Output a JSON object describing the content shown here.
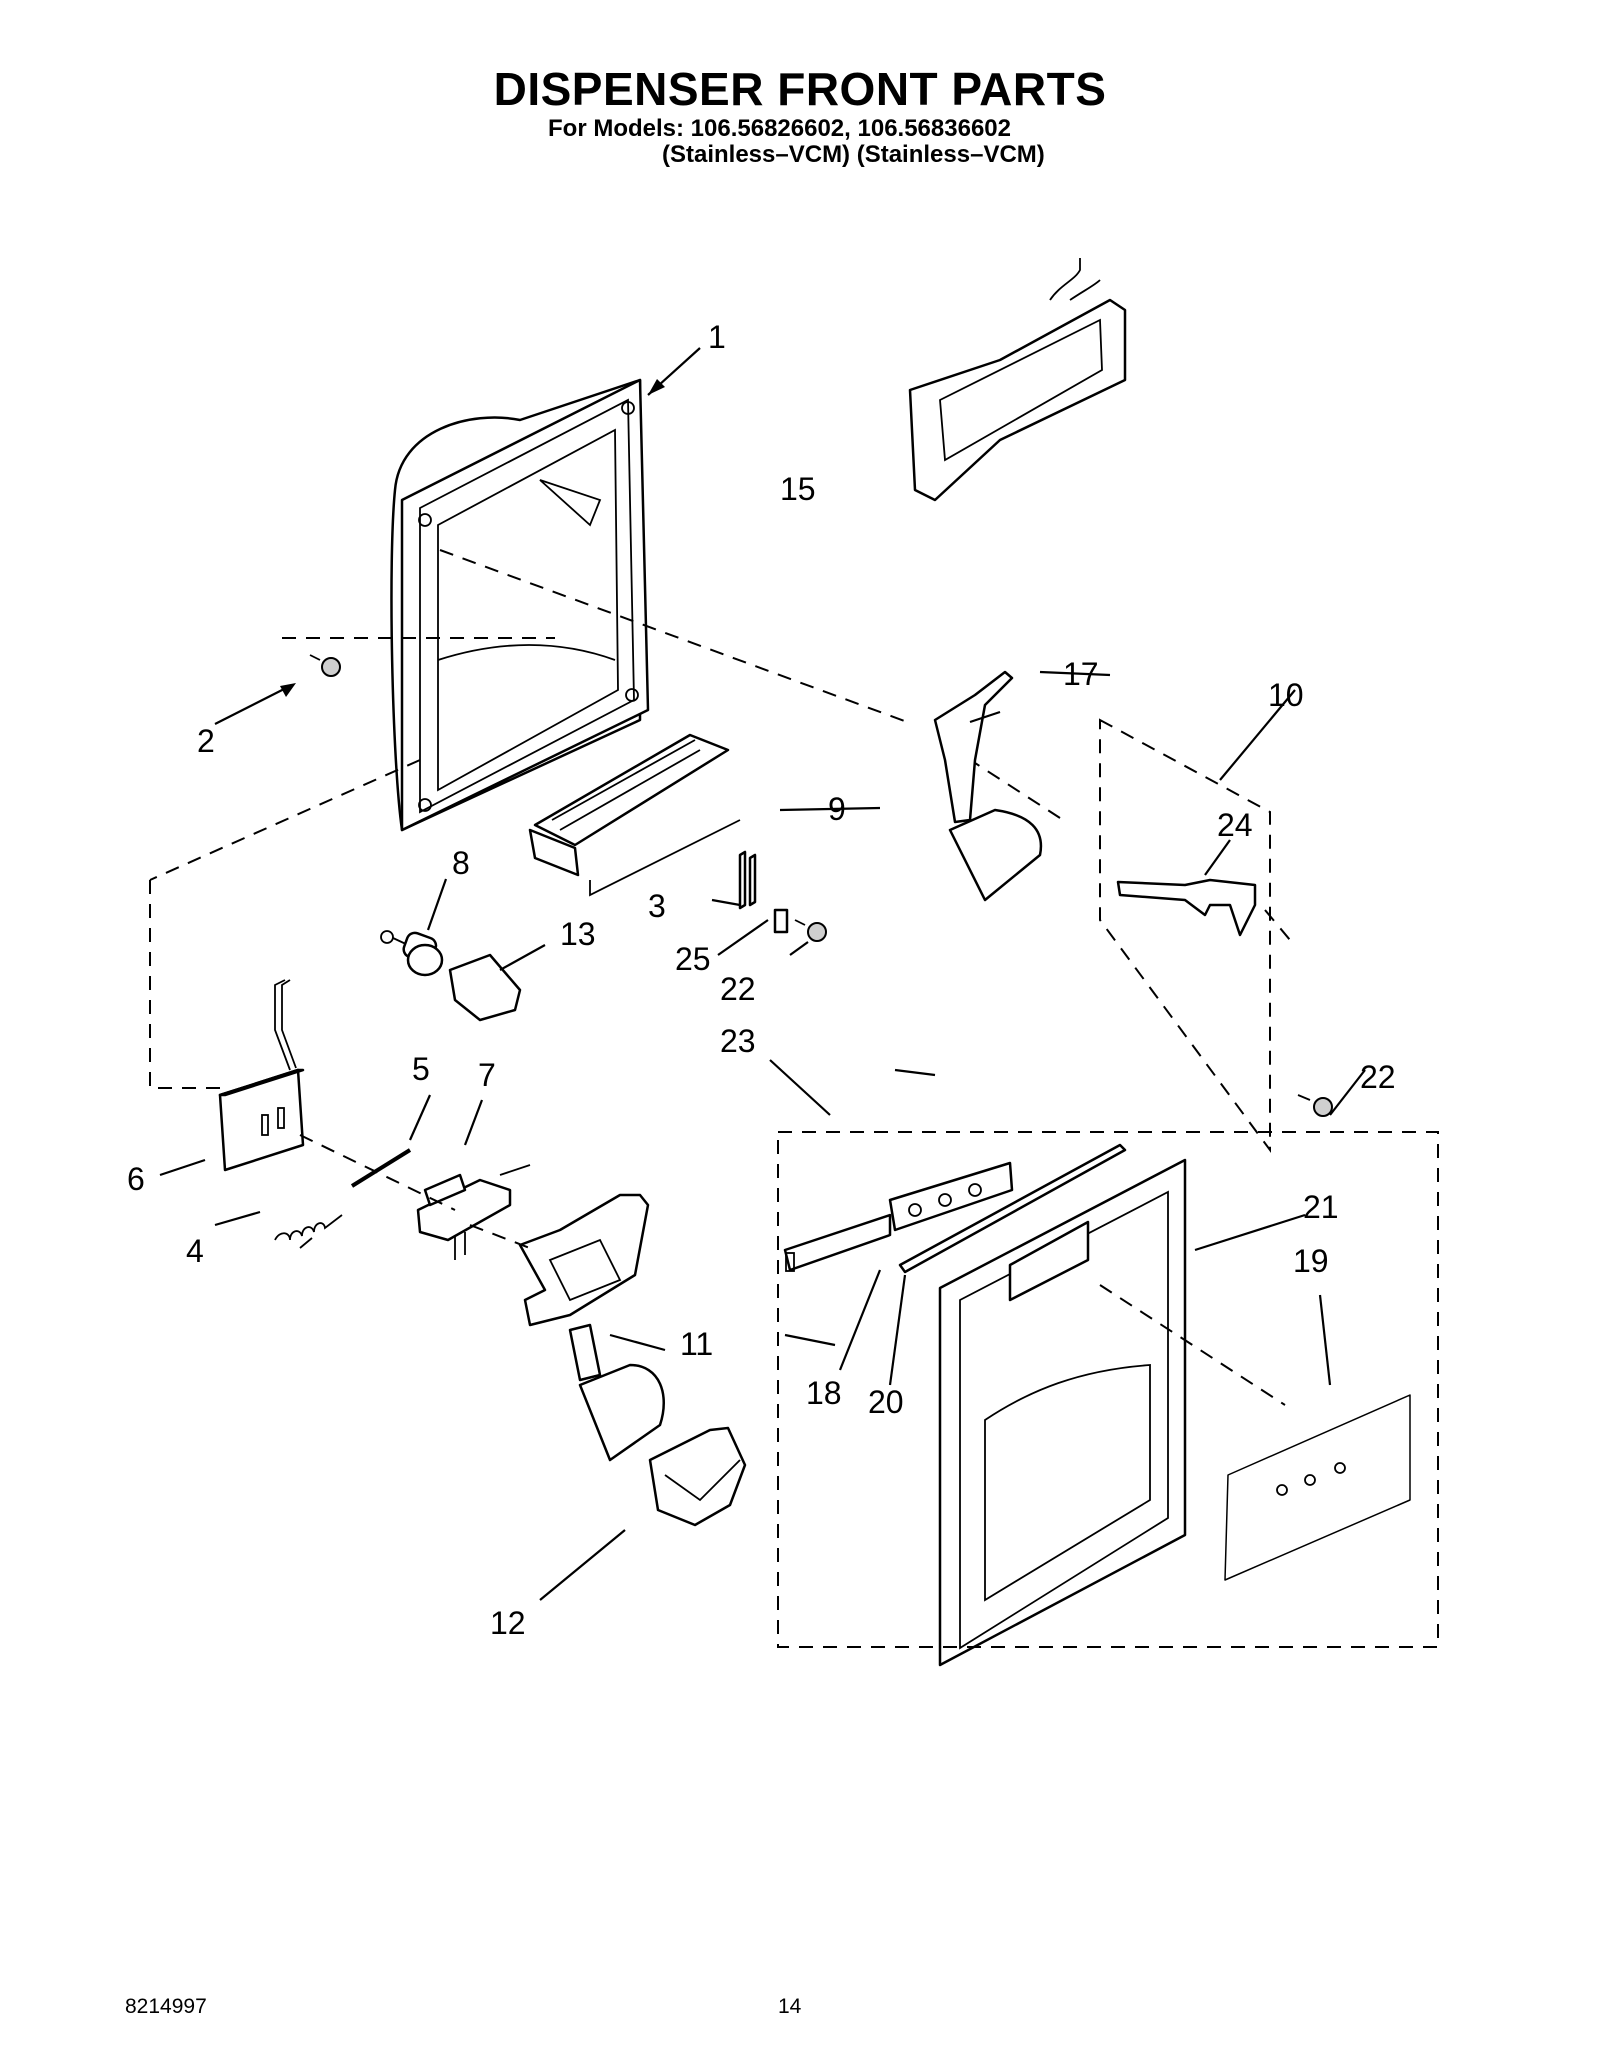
{
  "header": {
    "title": "DISPENSER FRONT PARTS",
    "models": "For Models: 106.56826602, 106.56836602",
    "finish": "(Stainless–VCM) (Stainless–VCM)"
  },
  "callouts": {
    "c1": "1",
    "c2": "2",
    "c3": "3",
    "c4": "4",
    "c5": "5",
    "c6": "6",
    "c7": "7",
    "c8": "8",
    "c9": "9",
    "c10": "10",
    "c11": "11",
    "c12": "12",
    "c13": "13",
    "c15": "15",
    "c17": "17",
    "c18": "18",
    "c19": "19",
    "c20": "20",
    "c21": "21",
    "c22a": "22",
    "c22b": "22",
    "c23": "23",
    "c24": "24",
    "c25": "25"
  },
  "footer": {
    "doc_number": "8214997",
    "page_number": "14"
  }
}
